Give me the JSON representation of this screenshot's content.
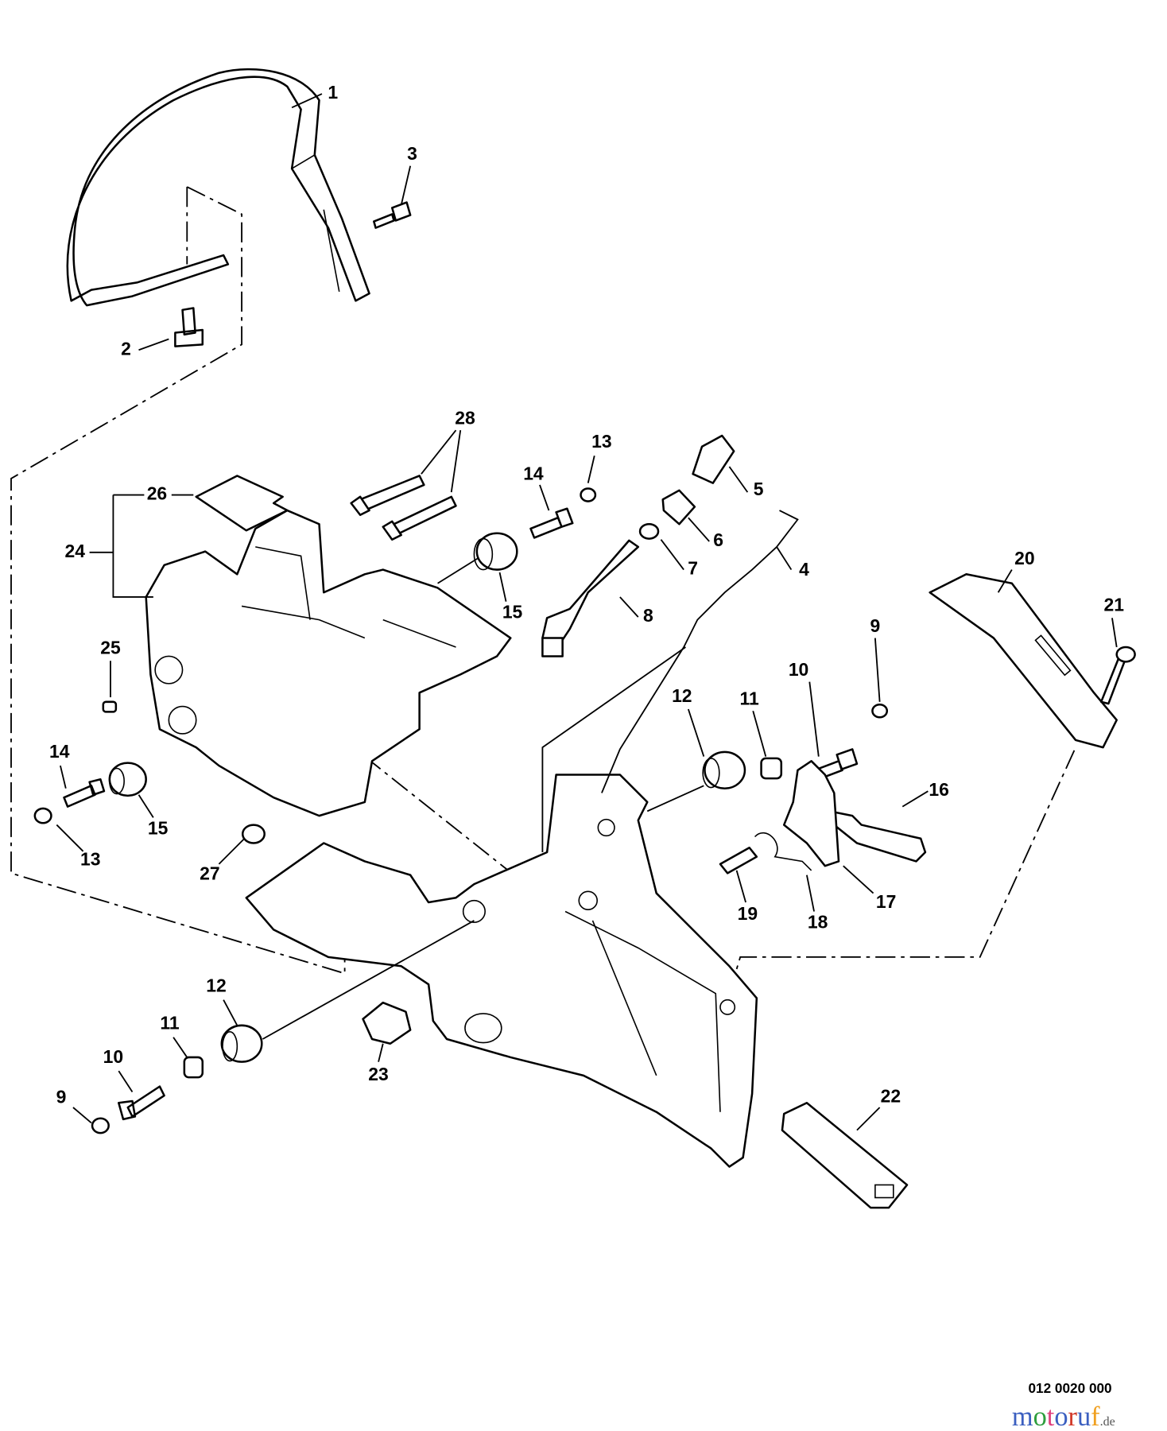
{
  "callouts": [
    "1",
    "2",
    "3",
    "4",
    "5",
    "6",
    "7",
    "8",
    "9",
    "9",
    "10",
    "10",
    "11",
    "11",
    "12",
    "12",
    "13",
    "13",
    "14",
    "14",
    "15",
    "15",
    "16",
    "17",
    "18",
    "19",
    "20",
    "21",
    "22",
    "23",
    "24",
    "25",
    "26",
    "27",
    "28"
  ],
  "diagram_code": "012 0020 000",
  "watermark": {
    "name": "motoruf",
    "suffix": ".de",
    "colors": [
      "#3b5fc0",
      "#2e9e3e",
      "#e0407e",
      "#3b5fc0",
      "#d23a2a",
      "#3b5fc0",
      "#f0a020"
    ]
  }
}
